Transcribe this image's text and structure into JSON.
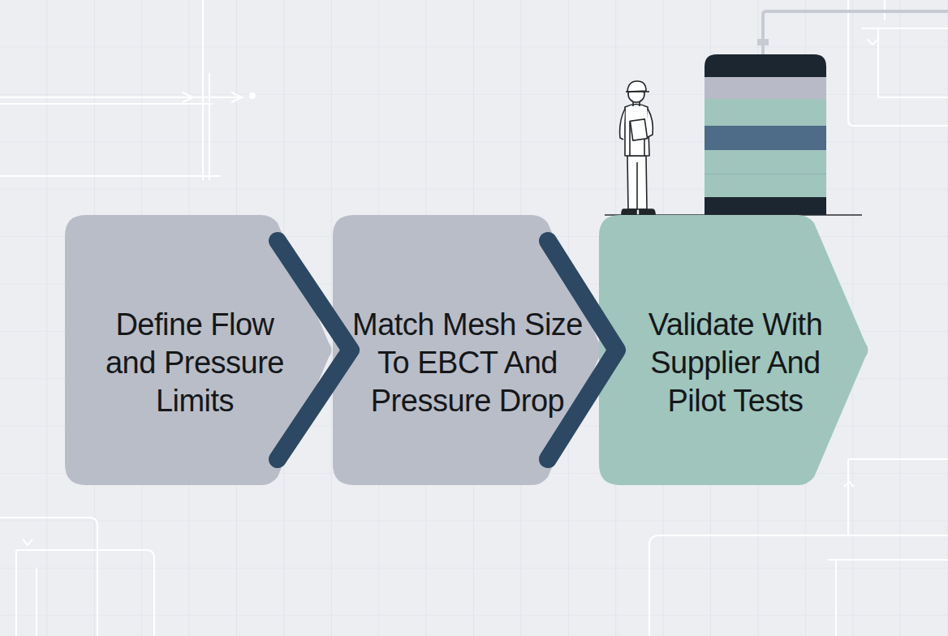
{
  "diagram": {
    "nodes": [
      {
        "text": [
          "Define Flow and Pressure Limits"
        ]
      },
      {
        "text": [
          "Match Mesh Size To EBCT And Pressure Drop"
        ]
      },
      {
        "text": [
          "Validate With Supplier And Pilot Tests"
        ]
      }
    ],
    "edges": [
      {
        "from": 0,
        "to": 1,
        "arrow": "to"
      },
      {
        "from": 1,
        "to": 2,
        "arrow": "to"
      }
    ]
  }
}
